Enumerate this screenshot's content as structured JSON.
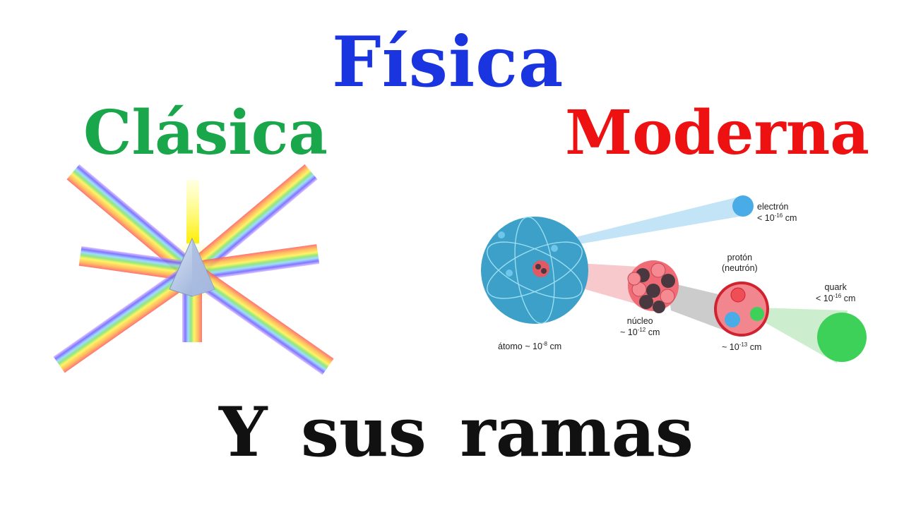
{
  "titles": {
    "main": "Física",
    "left": "Clásica",
    "right": "Moderna",
    "bottom": "Y sus ramas"
  },
  "colors": {
    "main": "#1a35e0",
    "left": "#1aa64a",
    "right": "#ee1111",
    "bottom": "#111111"
  },
  "left_illustration": {
    "subject": "prism dispersing light into rainbow beams"
  },
  "right_illustration": {
    "subject": "scale of matter",
    "labels": {
      "atom_name": "átomo ~ 10",
      "atom_exp": "-8",
      "atom_unit": " cm",
      "electron_name": "electrón",
      "electron_size": "< 10",
      "electron_exp": "-16",
      "electron_unit": " cm",
      "nucleus_name": "núcleo",
      "nucleus_size": "~ 10",
      "nucleus_exp": "-12",
      "nucleus_unit": " cm",
      "proton_name": "protón",
      "neutron_name": "(neutrón)",
      "proton_size": "~ 10",
      "proton_exp": "-13",
      "proton_unit": " cm",
      "quark_name": "quark",
      "quark_size": "< 10",
      "quark_exp": "-16",
      "quark_unit": " cm"
    }
  }
}
